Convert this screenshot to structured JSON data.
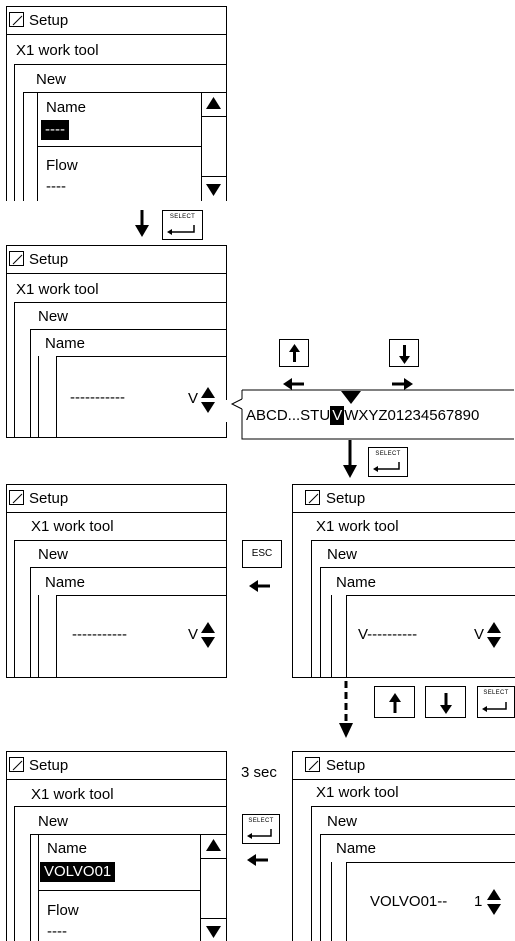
{
  "common": {
    "setup": "Setup",
    "work_tool": "X1 work tool",
    "new": "New",
    "name": "Name",
    "flow": "Flow",
    "name_placeholder": "----",
    "flow_value": "----",
    "dashes": "-----------",
    "esc_key": "ESC",
    "select_key": "SELECT"
  },
  "screen1": {
    "name_value": "----"
  },
  "screen2": {
    "entry": "-----------",
    "char": "V"
  },
  "char_strip": {
    "before": "ABCD...STU",
    "selected": "V",
    "after": "WXYZ01234567890"
  },
  "screen3": {
    "entry": "V----------",
    "char": "V"
  },
  "screen4": {
    "entry": "-----------",
    "char": "V"
  },
  "screen5": {
    "entry": "VOLVO01--",
    "char": "1"
  },
  "screen6": {
    "name_value": "VOLVO01"
  },
  "hold_time": "3 sec"
}
